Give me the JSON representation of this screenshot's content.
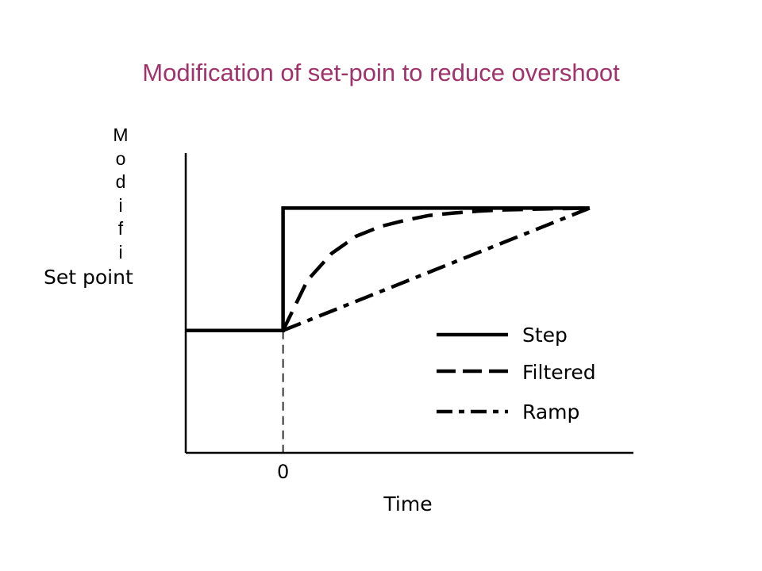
{
  "slide": {
    "title": "Modification of set-poin to reduce overshoot"
  },
  "vertical_text": {
    "chars": [
      "M",
      "o",
      "d",
      "i",
      "f",
      "i"
    ]
  },
  "chart_data": {
    "type": "line",
    "title": "",
    "xlabel": "Time",
    "ylabel": "Set point",
    "x_ticks": [
      "0"
    ],
    "xlim": [
      -1,
      3.6
    ],
    "ylim": [
      -1,
      1.45
    ],
    "grid": false,
    "legend_position": "right",
    "series": [
      {
        "name": "Step",
        "style": "solid",
        "x": [
          -1,
          0,
          0,
          3.15
        ],
        "y": [
          0,
          0,
          1,
          1
        ]
      },
      {
        "name": "Filtered",
        "style": "dashed",
        "x": [
          0,
          0.25,
          0.5,
          0.75,
          1,
          1.25,
          1.5,
          1.75,
          2,
          2.25,
          2.5,
          2.75,
          3,
          3.15
        ],
        "y": [
          0,
          0.41,
          0.63,
          0.77,
          0.85,
          0.9,
          0.94,
          0.96,
          0.975,
          0.985,
          0.99,
          0.995,
          0.998,
          1
        ]
      },
      {
        "name": "Ramp",
        "style": "dash-dot",
        "x": [
          0,
          3.15
        ],
        "y": [
          0,
          1
        ]
      }
    ],
    "annotations": [
      {
        "text": "reference line at time 0",
        "style": "dashed-vertical",
        "x": 0
      }
    ]
  }
}
